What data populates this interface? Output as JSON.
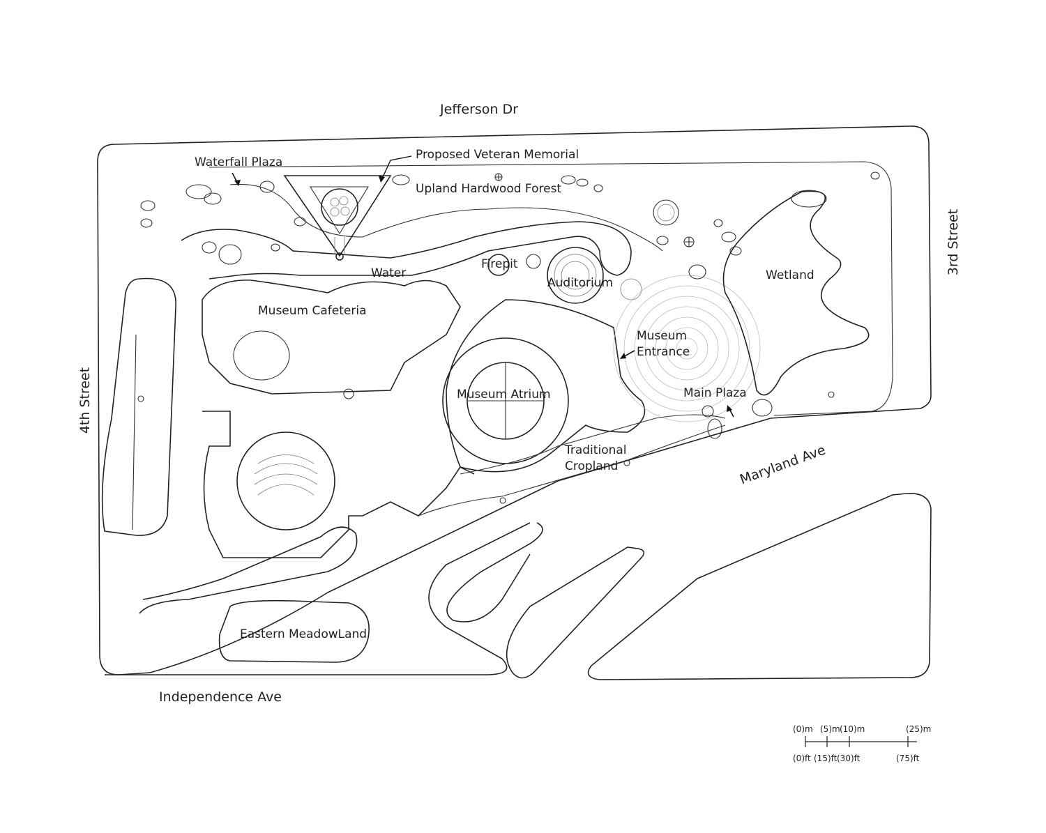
{
  "streets": {
    "north": "Jefferson Dr",
    "south": "Independence Ave",
    "west": "4th Street",
    "east": "3rd Street",
    "southeast": "Maryland Ave"
  },
  "areas": {
    "waterfall_plaza": "Waterfall Plaza",
    "veteran_memorial": "Proposed Veteran Memorial",
    "upland_forest": "Upland Hardwood Forest",
    "water": "Water",
    "firepit": "Firepit",
    "auditorium": "Auditorium",
    "wetland": "Wetland",
    "cafeteria": "Museum Cafeteria",
    "entrance_line1": "Museum",
    "entrance_line2": "Entrance",
    "atrium": "Museum Atrium",
    "main_plaza": "Main Plaza",
    "cropland_line1": "Traditional",
    "cropland_line2": "Cropland",
    "meadowland": "Eastern MeadowLand"
  },
  "scale_bar": {
    "metric": [
      "(0)m",
      "(5)m",
      "(10)m",
      "(25)m"
    ],
    "imperial": [
      "(0)ft",
      "(15)ft",
      "(30)ft",
      "(75)ft"
    ]
  }
}
